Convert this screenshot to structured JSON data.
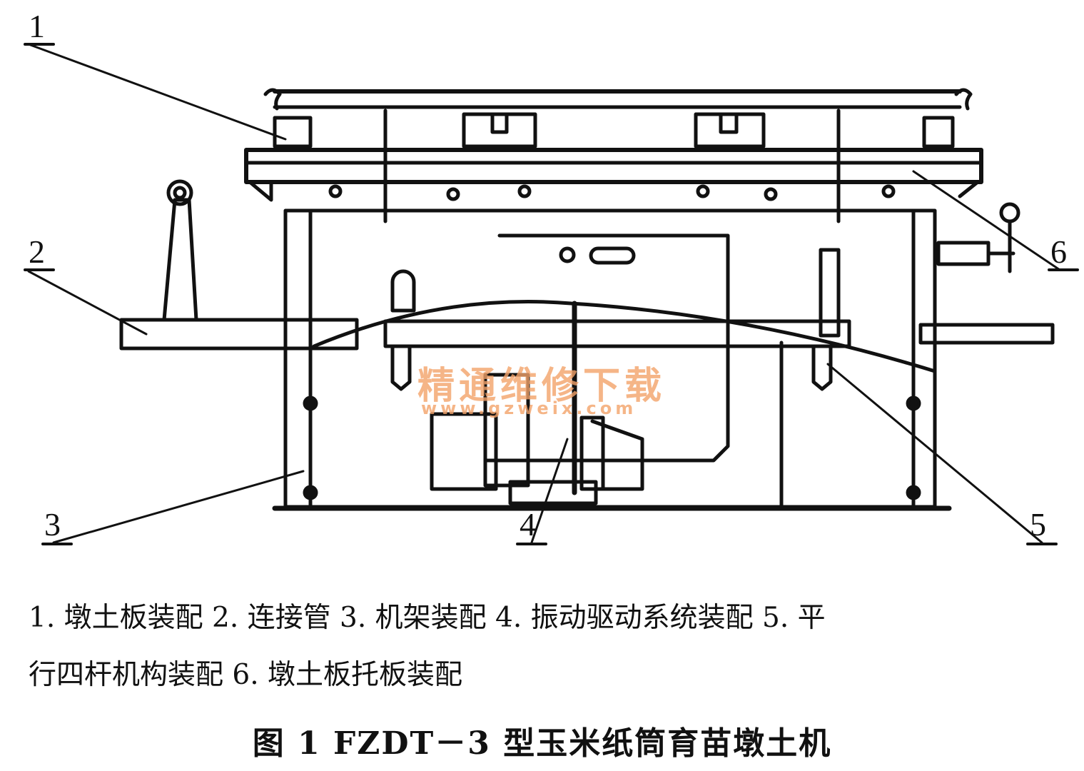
{
  "labels": {
    "n1": "1",
    "n2": "2",
    "n3": "3",
    "n4": "4",
    "n5": "5",
    "n6": "6"
  },
  "watermark": {
    "chinese": "精通维修下载",
    "url": "www.gzweix.com"
  },
  "legend": {
    "line1": "1. 墩土板装配 2. 连接管 3. 机架装配 4. 振动驱动系统装配 5. 平",
    "line2": "行四杆机构装配 6. 墩土板托板装配"
  },
  "caption": "图 1   FZDT－3 型玉米纸筒育苗墩土机"
}
